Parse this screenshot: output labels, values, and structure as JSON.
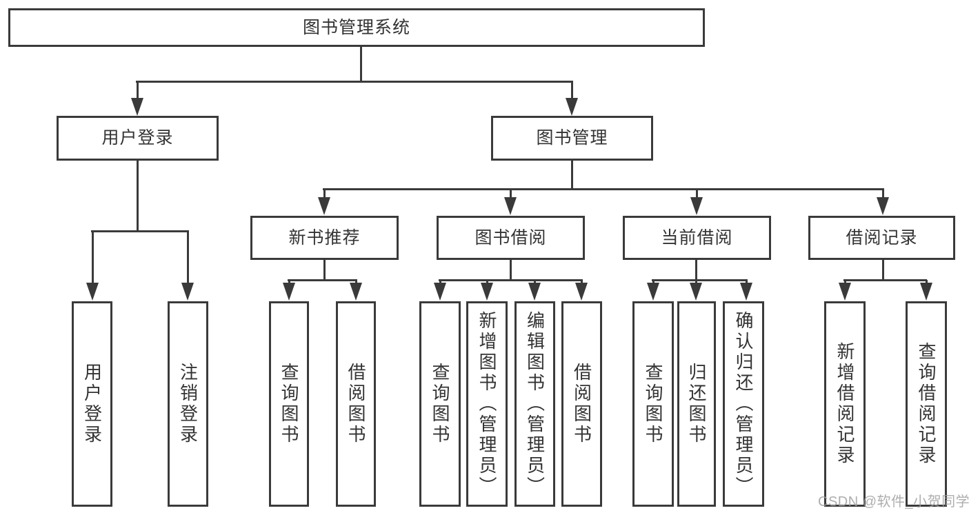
{
  "diagram": {
    "type": "hierarchy-flowchart",
    "watermark": "CSDN @软件_小贺同学",
    "colors": {
      "line": "#3a3a3a",
      "text": "#333333",
      "box_fill": "#ffffff",
      "background": "#ffffff",
      "watermark": "#9f9f9f"
    },
    "nodes": [
      {
        "id": "root",
        "label": "图书管理系统",
        "parent": null
      },
      {
        "id": "user-login",
        "label": "用户登录",
        "parent": "root"
      },
      {
        "id": "book-management",
        "label": "图书管理",
        "parent": "root"
      },
      {
        "id": "new-book-recommend",
        "label": "新书推荐",
        "parent": "book-management"
      },
      {
        "id": "book-borrowing",
        "label": "图书借阅",
        "parent": "book-management"
      },
      {
        "id": "current-borrowing",
        "label": "当前借阅",
        "parent": "book-management"
      },
      {
        "id": "borrowing-records",
        "label": "借阅记录",
        "parent": "book-management"
      },
      {
        "id": "leaf-user-login",
        "label": "用户登录",
        "parent": "user-login"
      },
      {
        "id": "leaf-logout",
        "label": "注销登录",
        "parent": "user-login"
      },
      {
        "id": "leaf-query-books-new",
        "label": "查询图书",
        "parent": "new-book-recommend"
      },
      {
        "id": "leaf-borrow-books-new",
        "label": "借阅图书",
        "parent": "new-book-recommend"
      },
      {
        "id": "leaf-query-books-borrow",
        "label": "查询图书",
        "parent": "book-borrowing"
      },
      {
        "id": "leaf-add-books-admin",
        "label": "新增图书（管理员）",
        "parent": "book-borrowing"
      },
      {
        "id": "leaf-edit-books-admin",
        "label": "编辑图书（管理员）",
        "parent": "book-borrowing"
      },
      {
        "id": "leaf-borrow-books-borrow",
        "label": "借阅图书",
        "parent": "book-borrowing"
      },
      {
        "id": "leaf-query-books-current",
        "label": "查询图书",
        "parent": "current-borrowing"
      },
      {
        "id": "leaf-return-books",
        "label": "归还图书",
        "parent": "current-borrowing"
      },
      {
        "id": "leaf-confirm-return-admin",
        "label": "确认归还（管理员）",
        "parent": "current-borrowing"
      },
      {
        "id": "leaf-add-borrow-record",
        "label": "新增借阅记录",
        "parent": "borrowing-records"
      },
      {
        "id": "leaf-query-borrow-record",
        "label": "查询借阅记录",
        "parent": "borrowing-records"
      }
    ]
  }
}
